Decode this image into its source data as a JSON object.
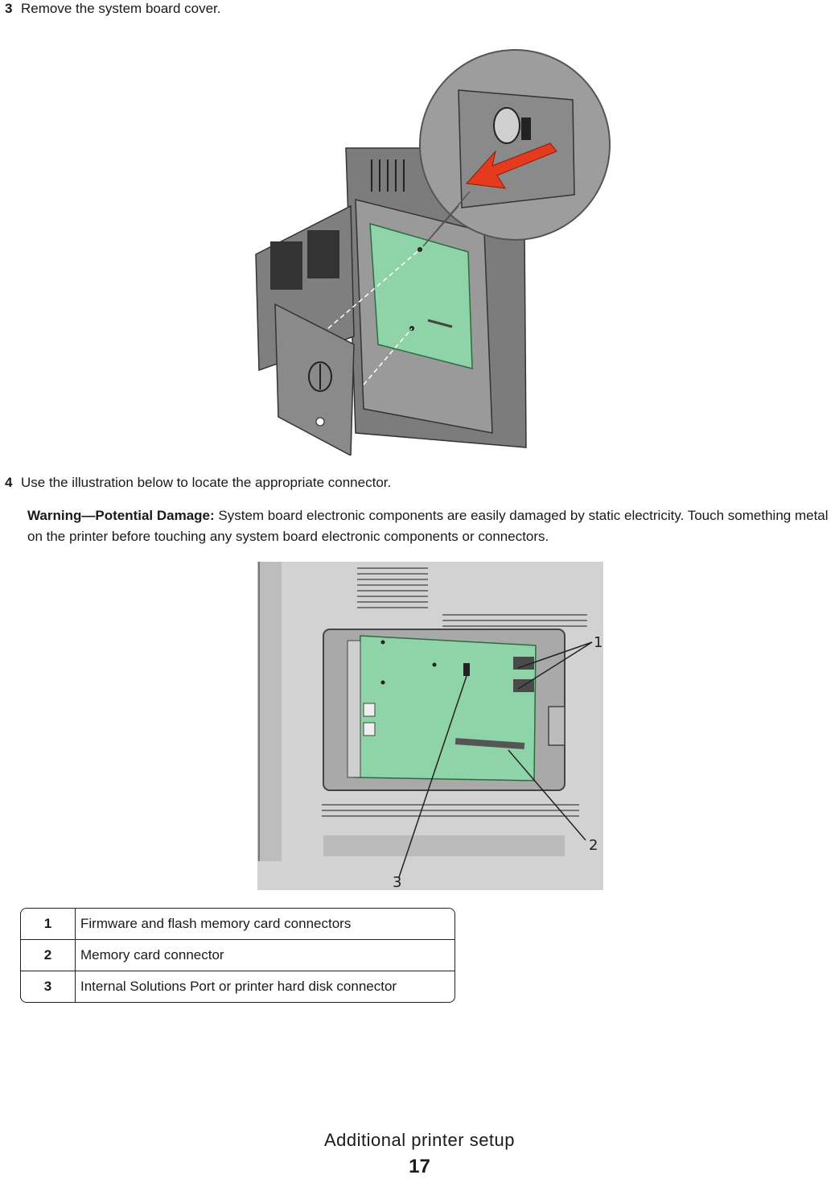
{
  "steps": [
    {
      "number": "3",
      "text": "Remove the system board cover."
    },
    {
      "number": "4",
      "text": "Use the illustration below to locate the appropriate connector."
    }
  ],
  "warning": {
    "label": "Warning—Potential Damage:",
    "text": " System board electronic components are easily damaged by static electricity. Touch something metal on the printer before touching any system board electronic components or connectors."
  },
  "callouts": [
    "1",
    "2",
    "3"
  ],
  "legend": [
    {
      "num": "1",
      "desc": "Firmware and flash memory card connectors"
    },
    {
      "num": "2",
      "desc": "Memory card connector"
    },
    {
      "num": "3",
      "desc": "Internal Solutions Port or printer hard disk connector"
    }
  ],
  "footer": {
    "title": "Additional printer setup",
    "page": "17"
  },
  "colors": {
    "board": "#8fd3a8",
    "arrow": "#e63a1e",
    "metal": "#8c8c8c",
    "panel": "#c9c9c9"
  }
}
